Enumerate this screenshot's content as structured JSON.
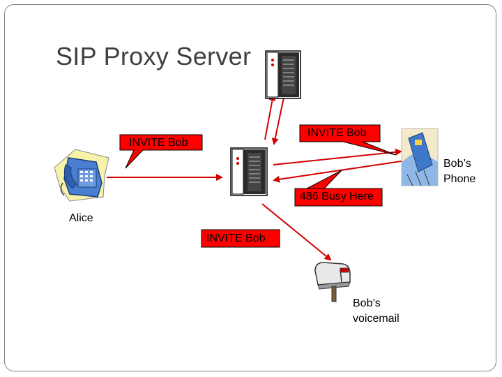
{
  "title": "SIP Proxy Server",
  "messages": {
    "invite_alice": "INVITE Bob",
    "invite_proxy_to_phone": "INVITE Bob",
    "busy": "486 Busy Here",
    "invite_voicemail": "INVITE Bob"
  },
  "nodes": {
    "alice": "Alice",
    "bob_phone_line1": "Bob’s",
    "bob_phone_line2": "Phone",
    "voicemail_line1": "Bob’s",
    "voicemail_line2": "voicemail"
  },
  "colors": {
    "arrow": "#d40000",
    "bubble": "#ff0000",
    "server_dark": "#2b2b2b",
    "phone_blue": "#3f78c8"
  }
}
